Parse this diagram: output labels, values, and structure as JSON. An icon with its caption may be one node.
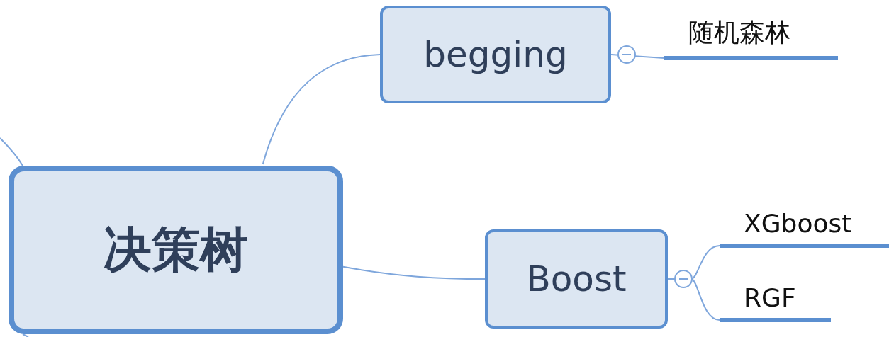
{
  "diagram": {
    "nodes": [
      {
        "text": [
          "决策树"
        ]
      },
      {
        "text": [
          "begging"
        ]
      },
      {
        "text": [
          "Boost"
        ]
      },
      {
        "text": [
          "随机森林"
        ]
      },
      {
        "text": [
          "XGboost"
        ]
      },
      {
        "text": [
          "RGF"
        ]
      }
    ],
    "edges": [
      {
        "from": 0,
        "to": 1,
        "arrow": "none"
      },
      {
        "from": 0,
        "to": 2,
        "arrow": "none"
      },
      {
        "from": 1,
        "to": 3,
        "arrow": "none"
      },
      {
        "from": 2,
        "to": 4,
        "arrow": "none"
      },
      {
        "from": 2,
        "to": 5,
        "arrow": "none"
      },
      {
        "from": null,
        "to": 0,
        "arrow": "none"
      },
      {
        "from": 0,
        "to": null,
        "arrow": "none"
      }
    ]
  }
}
